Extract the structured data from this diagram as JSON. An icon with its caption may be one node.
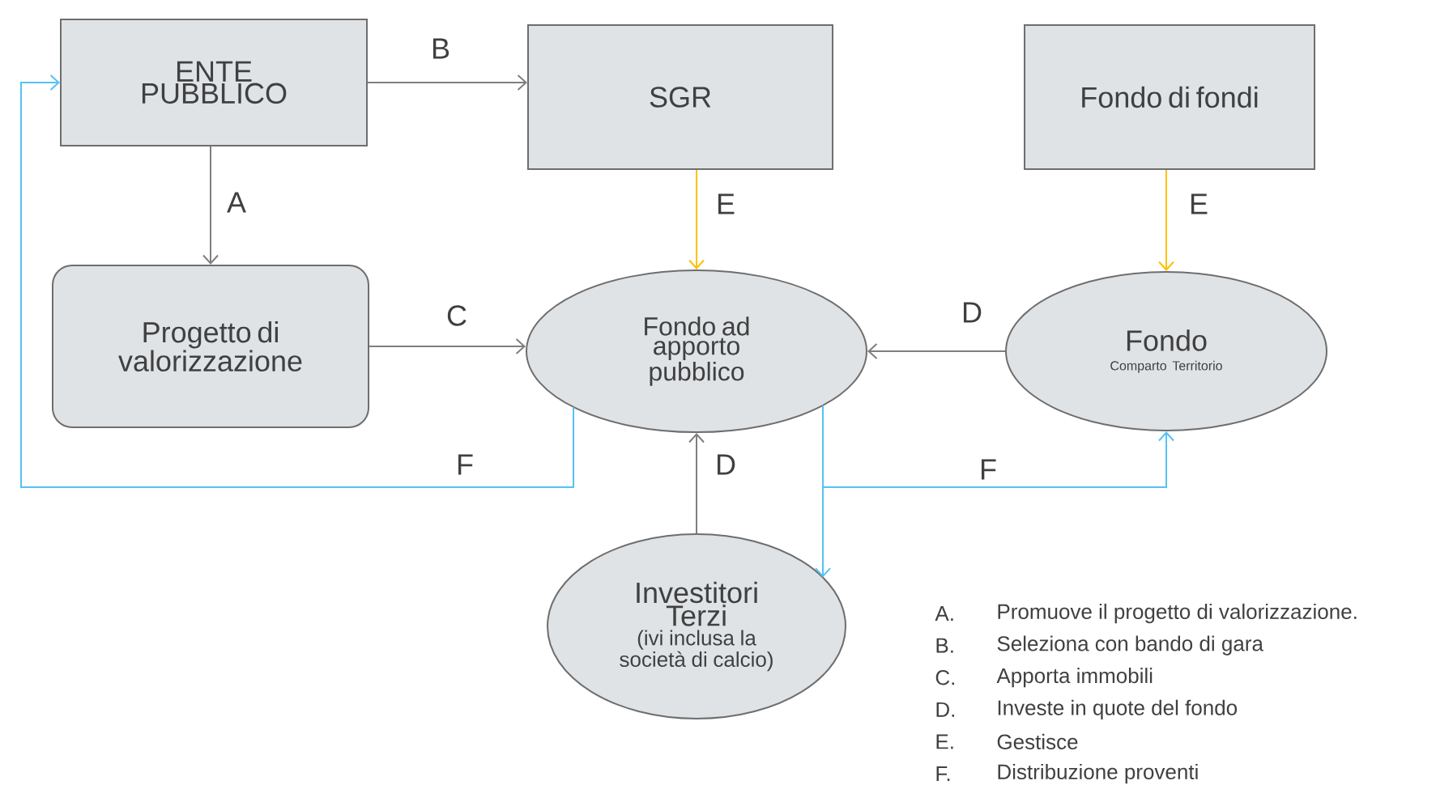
{
  "diagram": {
    "nodes": [
      {
        "text": [
          "ENTE PUBBLICO"
        ]
      },
      {
        "text": [
          "SGR"
        ]
      },
      {
        "text": [
          "Fondo di fondi"
        ]
      },
      {
        "text": [
          "Progetto di valorizzazione"
        ]
      },
      {
        "text": [
          "Fondo ad apporto pubblico"
        ]
      },
      {
        "text": [
          "Fondo",
          "Comparto Territorio"
        ]
      },
      {
        "text": [
          "Investitori Terzi",
          "(ivi inclusa la società di calcio)"
        ]
      }
    ],
    "edges": [
      {
        "from": 0,
        "to": 3,
        "arrow": "to",
        "label": "A"
      },
      {
        "from": 0,
        "to": 1,
        "arrow": "to",
        "label": "B"
      },
      {
        "from": 3,
        "to": 4,
        "arrow": "to",
        "label": "C"
      },
      {
        "from": 1,
        "to": 4,
        "arrow": "to",
        "label": "E",
        "color": "#ffc000"
      },
      {
        "from": 2,
        "to": 5,
        "arrow": "to",
        "label": "E",
        "color": "#ffc000"
      },
      {
        "from": 5,
        "to": 4,
        "arrow": "to",
        "label": "D"
      },
      {
        "from": 6,
        "to": 4,
        "arrow": "to",
        "label": "D"
      },
      {
        "from": 4,
        "to": 0,
        "arrow": "to",
        "label": "F",
        "color": "#56c1f5"
      },
      {
        "from": 4,
        "to": 6,
        "arrow": "to",
        "color": "#56c1f5"
      },
      {
        "from": 4,
        "to": 5,
        "arrow": "to",
        "label": "F",
        "color": "#56c1f5"
      }
    ],
    "labels": [
      "A.",
      "Promuove il progetto di valorizzazione.",
      "B.",
      "Seleziona con bando di gara",
      "C.",
      "Apporta immobili",
      "D.",
      "Investe in quote del fondo",
      "E.",
      "Gestisce",
      "F.",
      "Distribuzione proventi"
    ]
  }
}
